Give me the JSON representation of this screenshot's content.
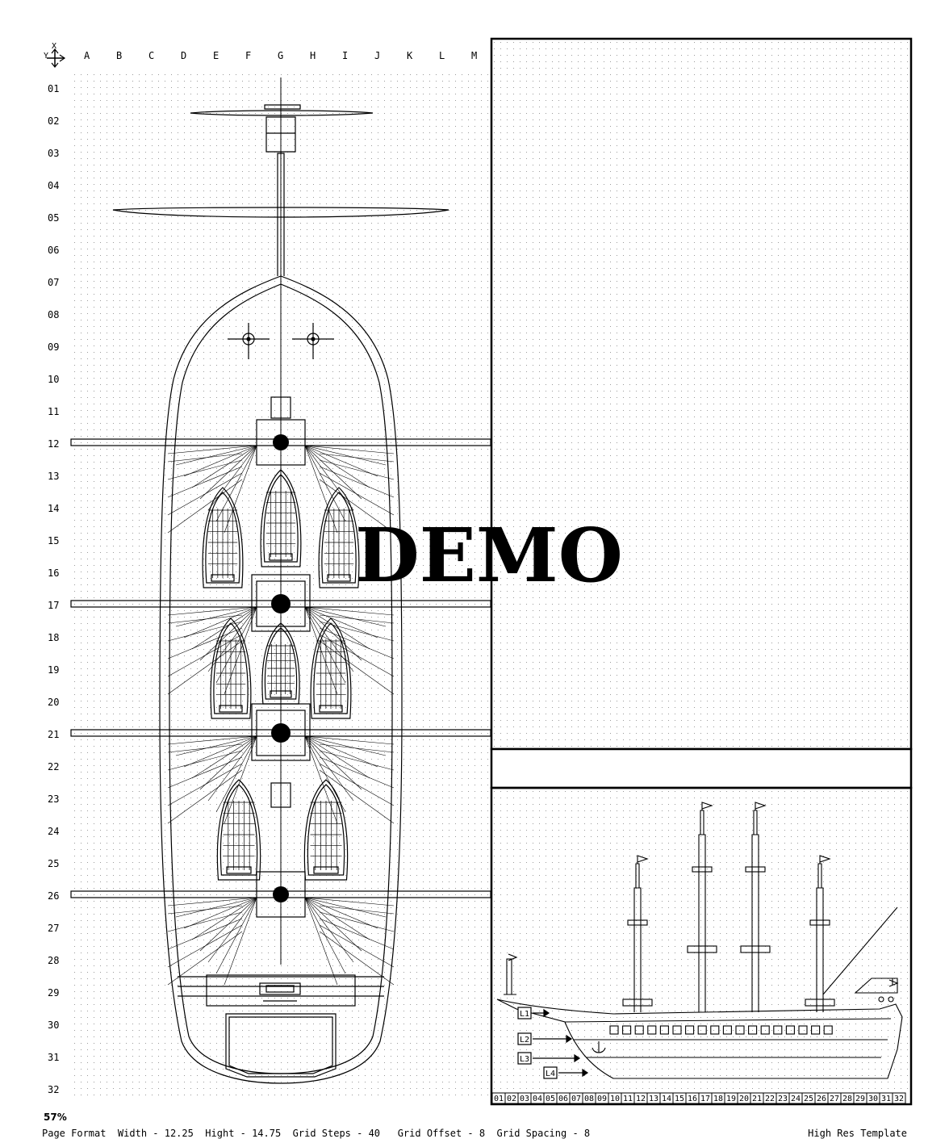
{
  "axis_marker": {
    "x_label": "X",
    "y_label": "Y"
  },
  "columns": [
    "A",
    "B",
    "C",
    "D",
    "E",
    "F",
    "G",
    "H",
    "I",
    "J",
    "K",
    "L",
    "M"
  ],
  "rows": [
    "01",
    "02",
    "03",
    "04",
    "05",
    "06",
    "07",
    "08",
    "09",
    "10",
    "11",
    "12",
    "13",
    "14",
    "15",
    "16",
    "17",
    "18",
    "19",
    "20",
    "21",
    "22",
    "23",
    "24",
    "25",
    "26",
    "27",
    "28",
    "29",
    "30",
    "31",
    "32"
  ],
  "watermark": "DEMO",
  "side_view": {
    "level_labels": [
      "L1",
      "L2",
      "L3",
      "L4"
    ],
    "scale": [
      "01",
      "02",
      "03",
      "04",
      "05",
      "06",
      "07",
      "08",
      "09",
      "10",
      "11",
      "12",
      "13",
      "14",
      "15",
      "16",
      "17",
      "18",
      "19",
      "20",
      "21",
      "22",
      "23",
      "24",
      "25",
      "26",
      "27",
      "28",
      "29",
      "30",
      "31",
      "32"
    ]
  },
  "footer": {
    "zoom": "57%",
    "format_text": "Page Format  Width - 12.25  Hight - 14.75  Grid Steps - 40   Grid Offset - 8  Grid Spacing - 8",
    "template_name": "High Res Template"
  }
}
